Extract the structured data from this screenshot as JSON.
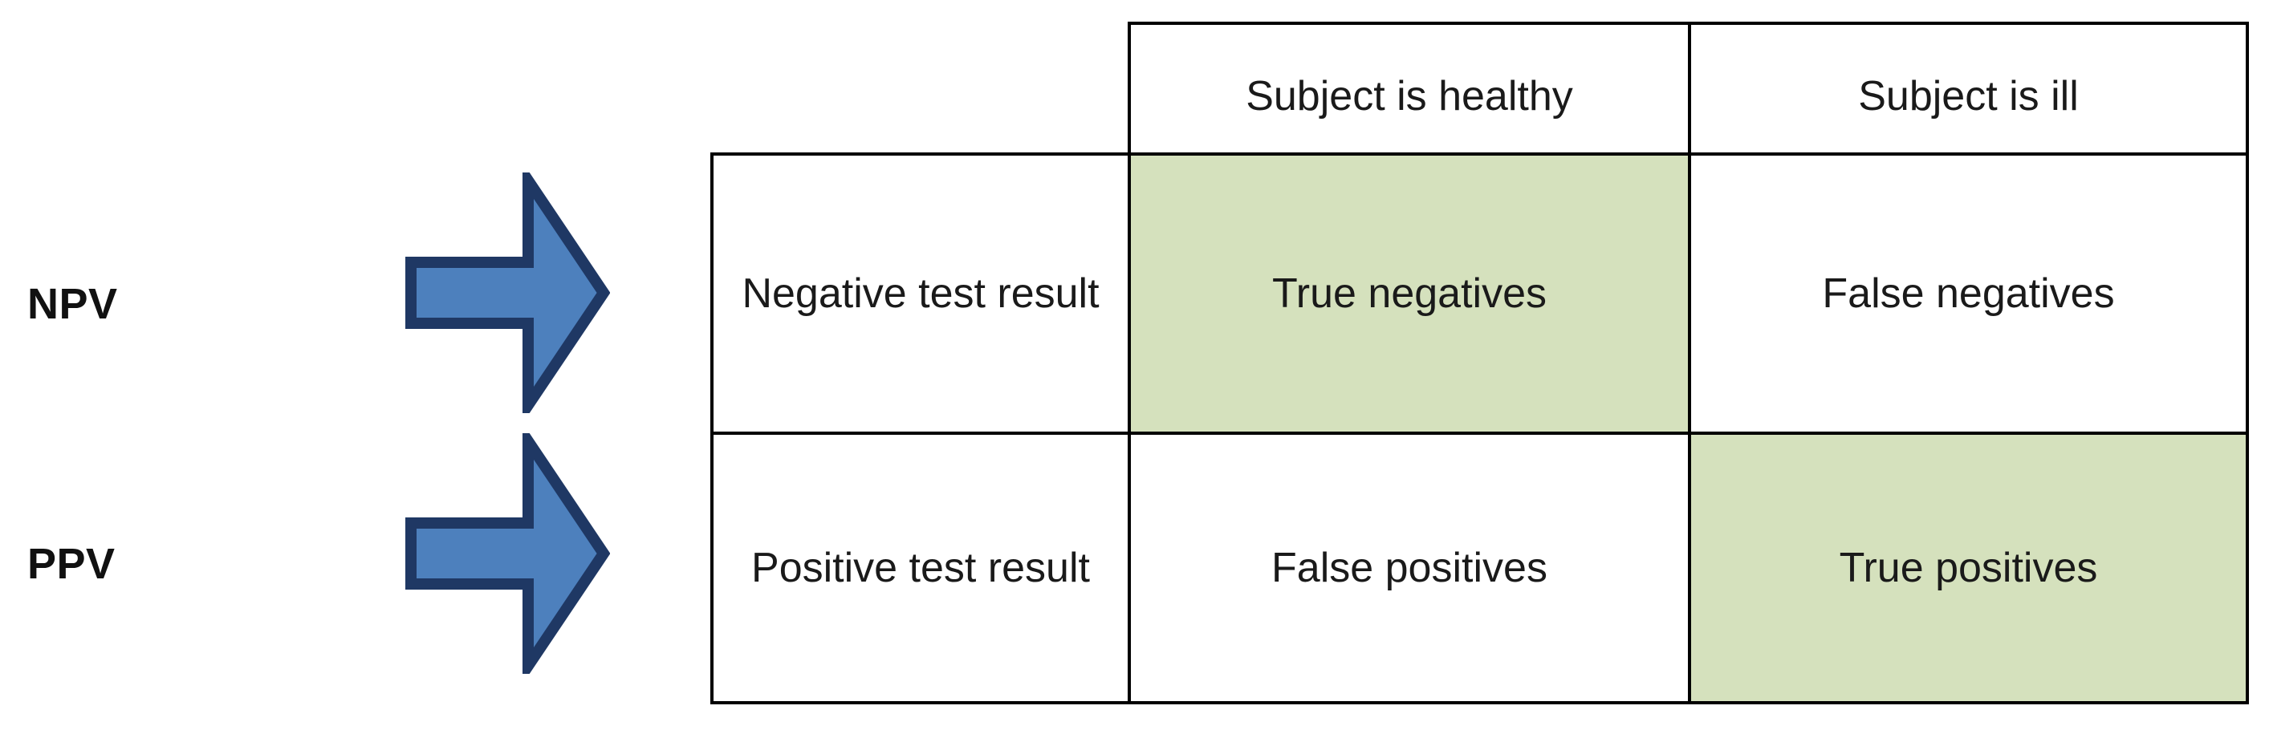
{
  "diagram": {
    "title_text": "",
    "colors": {
      "highlight_green": "#d5e1bd",
      "arrow_fill": "#4d80bd",
      "arrow_border": "#1f3864",
      "cell_border": "#000000",
      "text": "#1a1a1a",
      "background": "#ffffff"
    }
  },
  "annotations": [
    {
      "label": "NPV",
      "icon": "right-arrow-icon",
      "points_to_row": "Negative test result"
    },
    {
      "label": "PPV",
      "icon": "right-arrow-icon",
      "points_to_row": "Positive test result"
    }
  ],
  "table": {
    "corner_label": "",
    "column_headers": [
      "Subject is healthy",
      "Subject is ill"
    ],
    "rows": [
      {
        "row_label": "Negative test result",
        "cells": [
          {
            "text": "True negatives",
            "highlighted": true
          },
          {
            "text": "False negatives",
            "highlighted": false
          }
        ]
      },
      {
        "row_label": "Positive test result",
        "cells": [
          {
            "text": "False positives",
            "highlighted": false
          },
          {
            "text": "True positives",
            "highlighted": true
          }
        ]
      }
    ]
  }
}
